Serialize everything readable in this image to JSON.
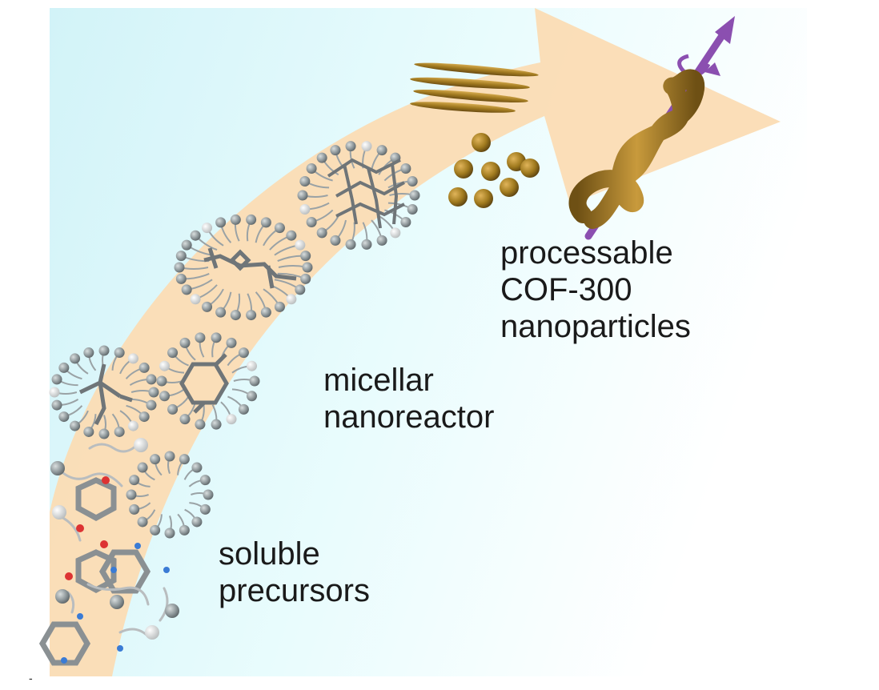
{
  "labels": {
    "processable": {
      "line1": "processable",
      "line2": "COF-300",
      "line3": "nanoparticles"
    },
    "micellar": {
      "line1": "micellar",
      "line2": "nanoreactor"
    },
    "soluble": {
      "line1": "soluble",
      "line2": "precursors"
    }
  },
  "corner_mark": "-",
  "colors": {
    "background": "#e6fbfd",
    "arrow": "#fbdcb4",
    "micelle_head": "#9aa3a6",
    "particle": "#9c7318",
    "helix_axis": "#8b4fb0",
    "text": "#1a1a1a"
  },
  "icons": {
    "flow": "curved-arrow",
    "micelle": "micelle-sphere",
    "nanoparticle": "gold-sphere",
    "nanorod": "gold-rod",
    "helix": "helical-fiber"
  }
}
